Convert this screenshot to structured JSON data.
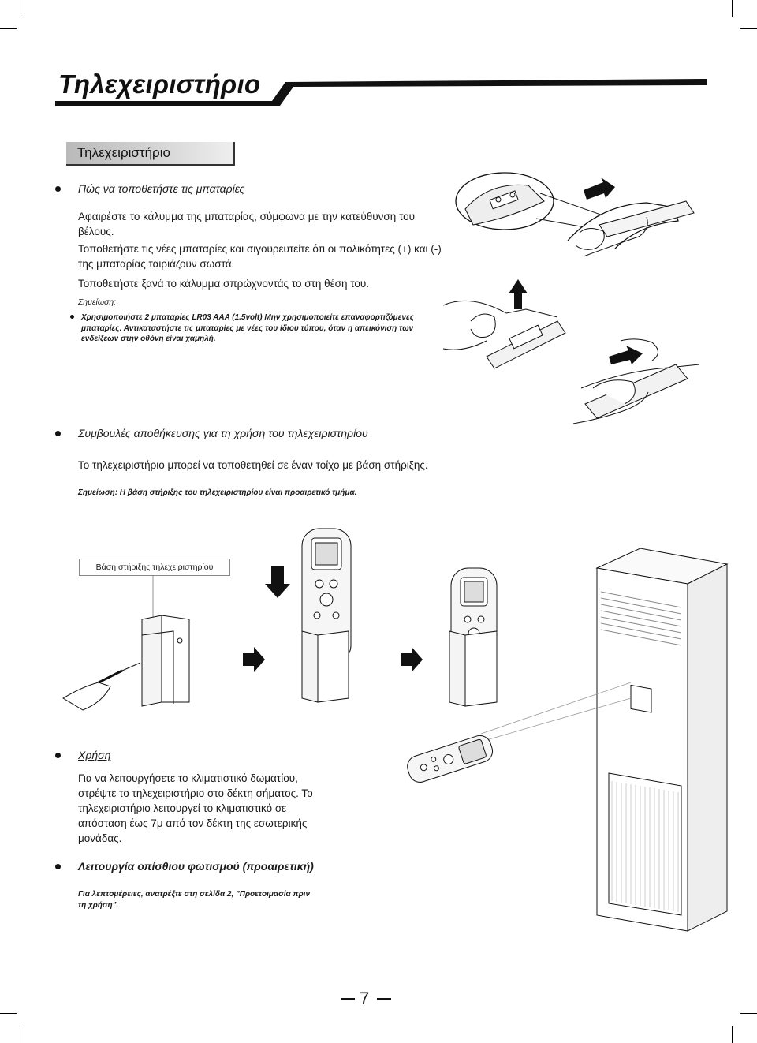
{
  "page": {
    "title": "Τηλεχειριστήριο",
    "section_label": "Τηλεχειριστήριο",
    "page_number": "7"
  },
  "batteries": {
    "heading": "Πώς να τοποθετήστε τις μπαταρίες",
    "lines": [
      "Αφαιρέστε το κάλυμμα της μπαταρίας, σύμφωνα με την κατεύθυνση του",
      "βέλους.",
      "Τοποθετήστε τις νέες μπαταρίες και σιγουρευτείτε ότι οι πολικότητες (+) και (-)",
      "της μπαταρίας ταιριάζουν σωστά.",
      "Τοποθετήστε ξανά το κάλυμμα σπρώχνοντάς το στη θέση του."
    ],
    "note_label": "Σημείωση:",
    "note_lines": [
      "Χρησιμοποιήστε 2 μπαταρίες LR03 AAA (1.5volt) Μην χρησιμοποιείτε επαναφορτιζόμενες",
      "μπαταρίες. Αντικαταστήστε τις μπαταρίες με νέες του ίδιου τύπου, όταν η απεικόνιση των",
      "ενδείξεων στην οθόνη είναι χαμηλή."
    ]
  },
  "storage": {
    "heading": "Συμβουλές αποθήκευσης για τη χρήση του τηλεχειριστηρίου",
    "text": "Το τηλεχειριστήριο μπορεί να τοποθετηθεί σε έναν τοίχο με βάση στήριξης.",
    "note": "Σημείωση: Η βάση στήριξης του τηλεχειριστηρίου είναι προαιρετικό τμήμα.",
    "holder_caption": "Βάση στήριξης τηλεχειριστηρίου"
  },
  "usage": {
    "heading": "Χρήση",
    "lines": [
      "Για να λειτουργήσετε το κλιματιστικό δωματίου,",
      "στρέψτε το τηλεχειριστήριο στο δέκτη σήματος. Το",
      "τηλεχειριστήριο λειτουργεί το κλιματιστικό σε",
      "απόσταση έως 7μ από τον δέκτη της εσωτερικής",
      "μονάδας."
    ]
  },
  "backlight": {
    "heading": "Λειτουργία οπίσθιου φωτισμού (προαιρετική)",
    "note_lines": [
      "Για λεπτομέρειες, ανατρέξτε στη σελίδα 2, \"Προετοιμασία πριν",
      "τη χρήση\"."
    ]
  },
  "icons": {
    "arrow": "right-arrow-icon",
    "bullet": "bullet-icon"
  },
  "colors": {
    "text": "#1a1a1a",
    "section_box": "#c8c8c8"
  }
}
